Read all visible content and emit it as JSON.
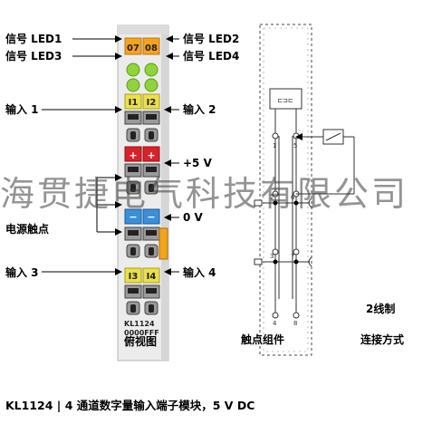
{
  "labels": {
    "led1": "信号 LED1",
    "led2": "信号 LED2",
    "led3": "信号 LED3",
    "led4": "信号 LED4",
    "input1": "输入 1",
    "input2": "输入 2",
    "plus5v": "+5 V",
    "zerov": "0 V",
    "power_contacts": "电源触点",
    "input3": "输入 3",
    "input4": "输入 4",
    "top_view": "俯视图",
    "contact_assembly": "触点组件",
    "two_wire": "2线制",
    "connection_method": "连接方式"
  },
  "module": {
    "led_top_left": "07",
    "led_top_right": "08",
    "ch1": "I1",
    "ch2": "I2",
    "ch3": "I3",
    "ch4": "I4",
    "plus_left": "+",
    "plus_right": "+",
    "minus_left": "−",
    "minus_right": "−",
    "model": "KL1124",
    "model_code": "0000FFF"
  },
  "contacts": {
    "n1": "1",
    "n5": "5",
    "n2": "2",
    "n6": "6",
    "n3": "3",
    "n7": "7",
    "n4": "4",
    "n8": "8"
  },
  "caption": "KL1124 | 4 通道数字量输入端子模块，5 V DC",
  "watermark": "海贯捷电气科技有限公司",
  "colors": {
    "led_orange": "#f4a321",
    "led_green": "#8fd43a",
    "channel_yellow": "#e9e04a",
    "plus_red": "#d8222b",
    "minus_blue": "#3a8fd8",
    "housing": "#e7e7e7"
  }
}
